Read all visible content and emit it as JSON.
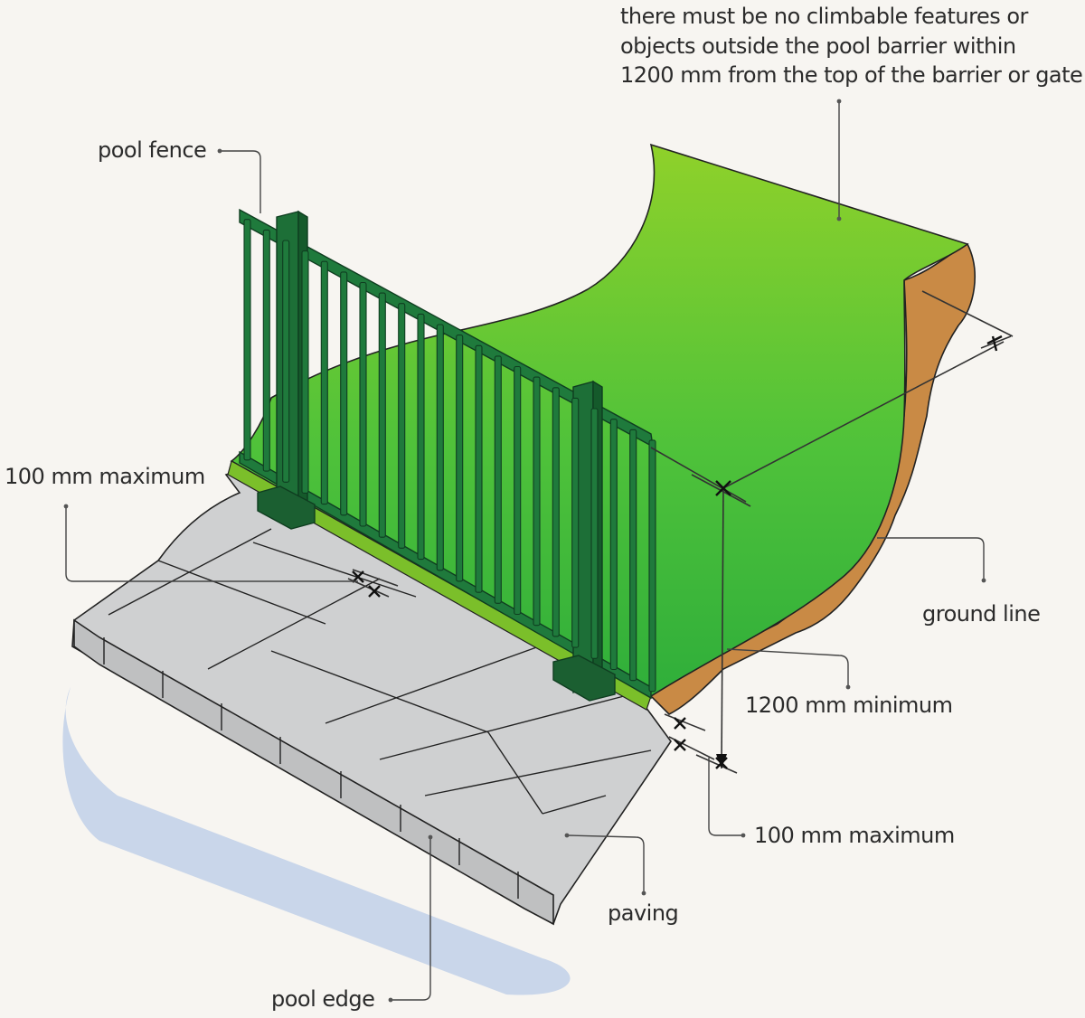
{
  "labels": {
    "top_note": [
      "there must be no climbable features or",
      "objects outside the pool barrier within",
      "1200 mm from the top of the barrier or gate"
    ],
    "pool_fence": "pool fence",
    "gap_left": "100 mm maximum",
    "ground_line": "ground line",
    "height_min": "1200 mm minimum",
    "gap_right": "100 mm maximum",
    "paving": "paving",
    "pool_edge": "pool edge"
  },
  "colors": {
    "grass_light": "#8fd12a",
    "grass_dark": "#2fae3a",
    "soil": "#c98a45",
    "fence": "#1f7a3c",
    "paving": "#cfd0d1",
    "water": "#c9d6ea",
    "leader": "#333333"
  }
}
